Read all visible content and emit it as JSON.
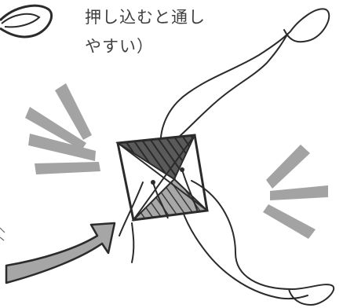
{
  "caption": {
    "line1": "押し込むと通し",
    "line2": "やすい）"
  },
  "colors": {
    "ink": "#2b2b2b",
    "burst": "#a3a3a3",
    "arrow_fill": "#a6a6a6",
    "text": "#404040"
  },
  "icons": {
    "burst_left": "emphasis-burst",
    "burst_right": "emphasis-burst",
    "arrow": "curved-push-arrow",
    "knot": "square-knot-diagram"
  }
}
